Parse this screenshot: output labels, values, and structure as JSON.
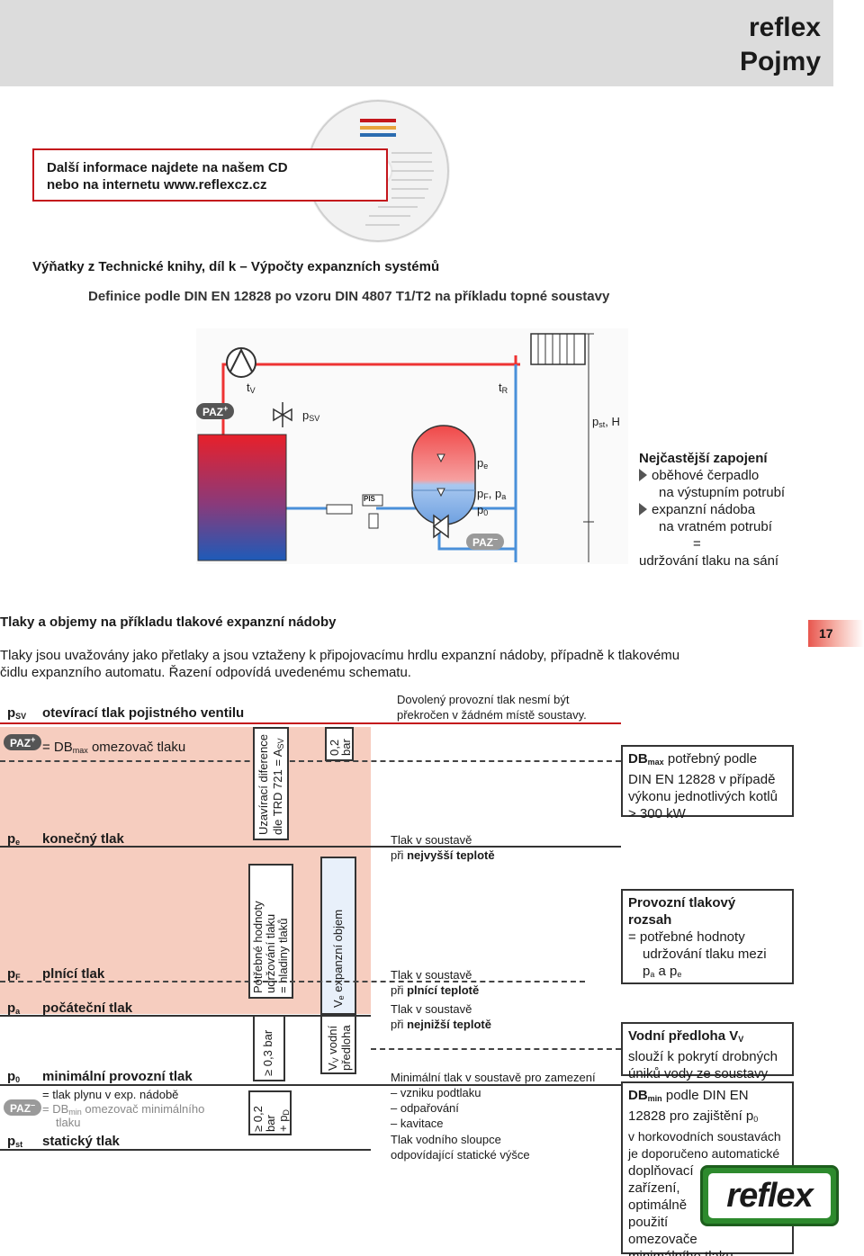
{
  "header": {
    "brand": "reflex",
    "title": "Pojmy"
  },
  "cd_box": {
    "line1": "Další informace najdete na našem CD",
    "line2": "nebo na internetu www.reflexcz.cz"
  },
  "intro": {
    "heading": "Výňatky z Technické knihy, díl k – Výpočty expanzních systémů",
    "subheading": "Definice podle DIN EN 12828 po vzoru DIN 4807 T1/T2 na příkladu topné soustavy"
  },
  "diagram_labels": {
    "paz_plus": "PAZ",
    "paz_plus_sign": "+",
    "paz_minus": "PAZ",
    "paz_minus_sign": "–",
    "tv": "t",
    "tv_sub": "V",
    "tr": "t",
    "tr_sub": "R",
    "psv": "p",
    "psv_sub": "SV",
    "pst": "p",
    "pst_sub": "st",
    "pst_suffix": ",  H",
    "pe": "p",
    "pe_sub": "e",
    "pf": "p",
    "pf_sub": "F",
    "pa_sep": ",  p",
    "pa_sub": "a",
    "p0": "p",
    "p0_sub": "0",
    "pis": "PIS"
  },
  "connection": {
    "title": "Nejčastější zapojení",
    "item1a": "oběhové čerpadlo",
    "item1b": "na výstupním potrubí",
    "item2a": "expanzní nádoba",
    "item2b": "na vratném potrubí",
    "eq": "=",
    "result": "udržování tlaku na sání"
  },
  "section": {
    "title": "Tlaky a objemy na příkladu tlakové expanzní nádoby",
    "para1": "Tlaky jsou uvažovány jako přetlaky a jsou vztaženy k připojovacímu hrdlu expanzní nádoby, případně k tlakovému",
    "para2": "čidlu expanzního automatu. Řazení odpovídá uvedenému schematu.",
    "page": "17"
  },
  "scheme": {
    "psv_sym": "p",
    "psv_sub": "SV",
    "psv_label": "otevírací tlak pojistného ventilu",
    "allowed1": "Dovolený provozní tlak nesmí být",
    "allowed2": "překročen v žádném místě soustavy.",
    "paz_plus": "PAZ",
    "paz_plus_sign": "+",
    "dbmax_eq": "= DB",
    "dbmax_sub": "max",
    "dbmax_text": " omezovač tlaku",
    "closing_diff1": "Uzavírací diference",
    "closing_diff2": "dle TRD 721 = A",
    "closing_diff_sub": "SV",
    "bar02_a": "0,2",
    "bar02_b": "bar",
    "dbmax_box_db": "DB",
    "dbmax_box_sub": "max",
    "dbmax_box_l1": " potřebný podle",
    "dbmax_box_l2": "DIN EN 12828 v případě",
    "dbmax_box_l3": "výkonu jednotlivých kotlů",
    "dbmax_box_l4": "> 300 kW",
    "pe_sym": "p",
    "pe_sub": "e",
    "pe_label": "konečný tlak",
    "pe_note1": "Tlak v soustavě",
    "pe_note2a": "při ",
    "pe_note2b": "nejvyšší teplotě",
    "required1": "Potřebné hodnoty",
    "required2": "udržování tlaku",
    "required3": "= hladiny tlaků",
    "ve_label": "V",
    "ve_sub": "e",
    "ve_text": " expanzní objem",
    "op_box_l1": "Provozní tlakový",
    "op_box_l2": "rozsah",
    "op_box_l3": "= potřebné hodnoty",
    "op_box_l4": "udržování tlaku mezi",
    "op_box_l5a": "p",
    "op_box_l5a_sub": "a",
    "op_box_l5b": " a p",
    "op_box_l5b_sub": "e",
    "pf_sym": "p",
    "pf_sub": "F",
    "pf_label": "plnící tlak",
    "pf_note1": "Tlak v soustavě",
    "pf_note2a": "při ",
    "pf_note2b": "plnící teplotě",
    "pa_sym": "p",
    "pa_sub": "a",
    "pa_label": "počáteční tlak",
    "pa_note1": "Tlak v soustavě",
    "pa_note2a": "při ",
    "pa_note2b": "nejnižší teplotě",
    "bar03": "≥ 0,3 bar",
    "vv_label": "V",
    "vv_sub": "V",
    "vv_text1": " vodní",
    "vv_text2": "předloha",
    "vv_box_l1": "Vodní předloha V",
    "vv_box_l1_sub": "V",
    "vv_box_l2": "slouží k pokrytí drobných",
    "vv_box_l3": "úniků vody ze soustavy",
    "p0_sym": "p",
    "p0_sub": "0",
    "p0_label": "minimální provozní tlak",
    "p0_eq": "= tlak plynu v exp. nádobě",
    "paz_minus": "PAZ",
    "paz_minus_sign": "–",
    "dbmin_eq": "= DB",
    "dbmin_sub": "min",
    "dbmin_text": " omezovač minimálního",
    "dbmin_text2": "tlaku",
    "p0_note1": "Minimální tlak v soustavě pro zamezení",
    "p0_note2": "– vzniku podtlaku",
    "p0_note3": "– odpařování",
    "p0_note4": "– kavitace",
    "bar02p0_a": "≥ 0,2",
    "bar02p0_b": "bar",
    "bar02p0_c": "+ p",
    "bar02p0_sub": "D",
    "pst_sym": "p",
    "pst_sub": "st",
    "pst_label": "statický tlak",
    "pst_note1": "Tlak vodního sloupce",
    "pst_note2": "odpovídající statické výšce",
    "dbmin_box_db": "DB",
    "dbmin_box_sub": "min",
    "dbmin_box_l1": " podle DIN EN",
    "dbmin_box_l2": "12828 pro zajištění p",
    "dbmin_box_l2_sub": "0",
    "dbmin_box_l3": "v horkovodních soustavách",
    "dbmin_box_l4": "je doporučeno automatické",
    "dbmin_box_l5": "doplňovací",
    "dbmin_box_l6": "zařízení,",
    "dbmin_box_l7": "optimálně",
    "dbmin_box_l8": "použití",
    "dbmin_box_l9": "omezovače",
    "dbmin_box_l10": "minimálního tlaku."
  },
  "logo": {
    "text": "reflex"
  },
  "colors": {
    "accent_red": "#c4161c",
    "pink_band": "#f6cdbf",
    "header_grey": "#dcdcdc",
    "logo_green": "#2d8a2d"
  }
}
